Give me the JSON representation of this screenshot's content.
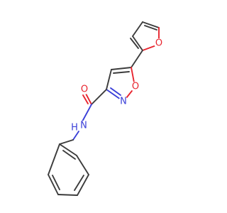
{
  "atoms": {
    "furan_oxygen": {
      "symbol": "O",
      "color": "#e8252f"
    },
    "isoxazole_oxygen": {
      "symbol": "O",
      "color": "#e8252f"
    },
    "isoxazole_nitrogen": {
      "symbol": "N",
      "color": "#3a3fd8"
    },
    "carbonyl_oxygen": {
      "symbol": "O",
      "color": "#e8252f"
    },
    "amide_nitrogen": {
      "symbol": "N",
      "color": "#3a3fd8"
    },
    "amide_hydrogen": {
      "symbol": "H",
      "color": "#3a3fd8"
    }
  },
  "colors": {
    "bond": "#3c3c3c",
    "oxygen": "#e8252f",
    "nitrogen": "#3a3fd8",
    "background": "#ffffff"
  }
}
